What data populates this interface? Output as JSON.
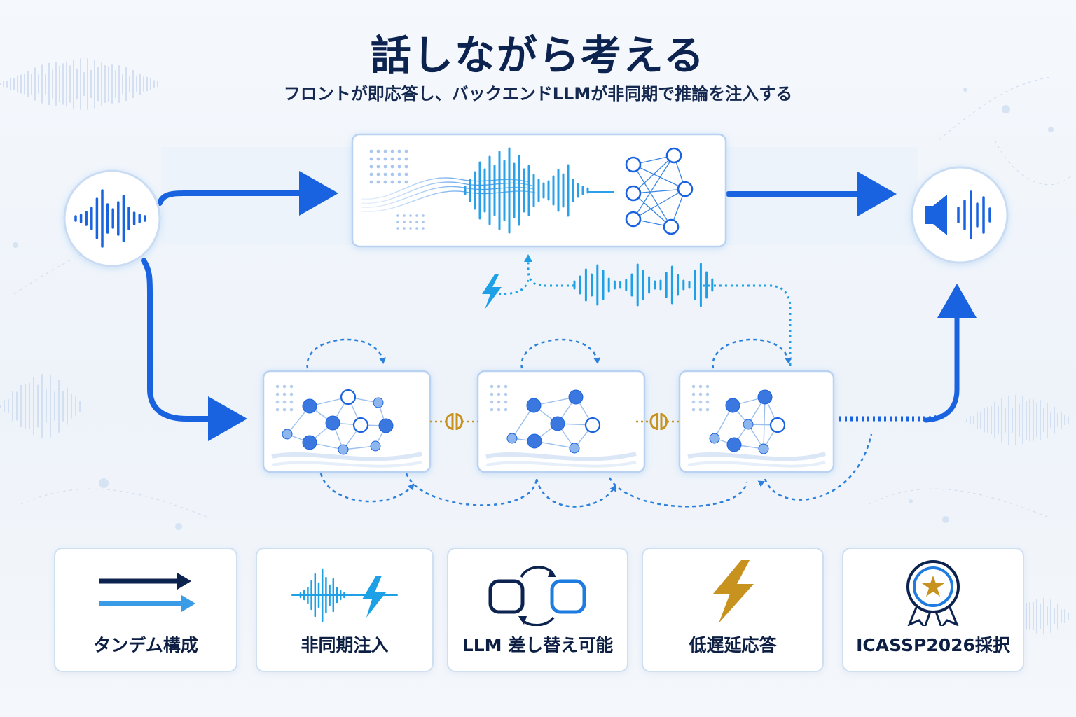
{
  "header": {
    "title": "話しながら考える",
    "subtitle": "フロントが即応答し、バックエンドLLMが非同期で推論を注入する"
  },
  "diagram": {
    "input_icon": "voice-waveform-icon",
    "output_icon": "speaker-icon",
    "front_module_icon": "waveform-neural-network-icon",
    "backend_node_icon": "graph-network-icon",
    "connector_icon": "plug-icon",
    "injection_icon": "lightning-icon",
    "colors": {
      "primary": "#1a63e0",
      "accent": "#1ea0e6",
      "connector": "#c8921f",
      "navy": "#0c2350"
    }
  },
  "features": [
    {
      "icon": "double-arrow-icon",
      "label": "タンデム構成"
    },
    {
      "icon": "waveform-lightning-icon",
      "label": "非同期注入"
    },
    {
      "icon": "swap-cycle-icon",
      "label": "LLM 差し替え可能"
    },
    {
      "icon": "lightning-bolt-icon",
      "label": "低遅延応答"
    },
    {
      "icon": "award-medal-icon",
      "label": "ICASSP2026採択"
    }
  ]
}
